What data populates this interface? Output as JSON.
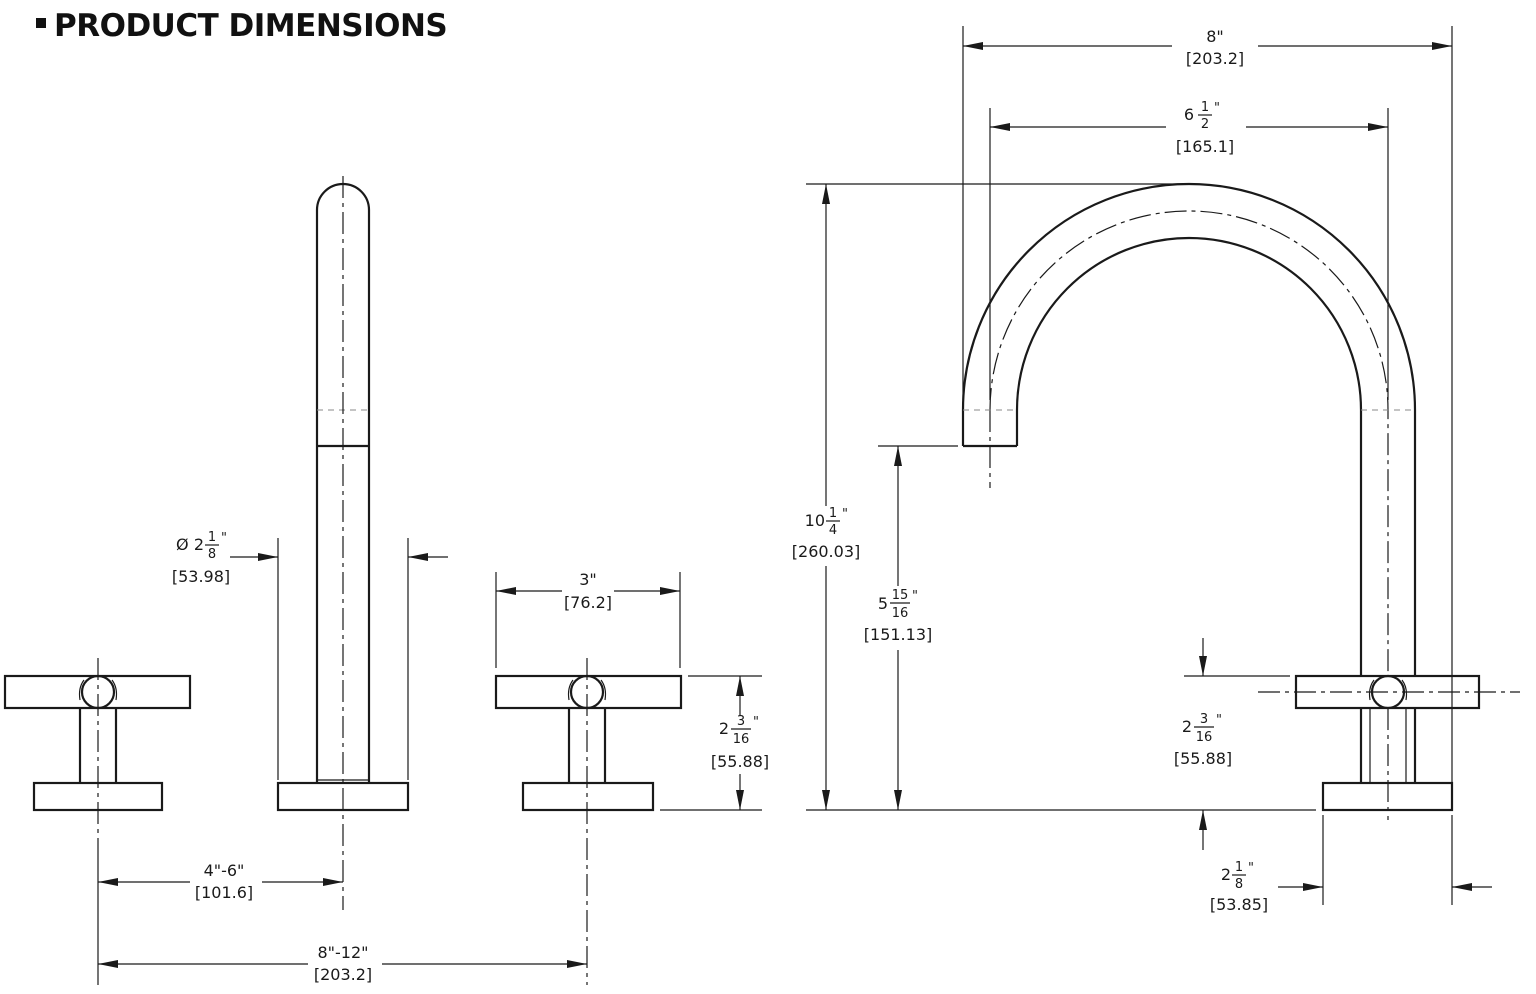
{
  "title": "PRODUCT DIMENSIONS",
  "dimensions": {
    "top_span": {
      "value": "8\"",
      "metric": "[203.2]"
    },
    "inner_span": {
      "whole": "6",
      "num": "1",
      "den": "2",
      "unit": "\"",
      "metric": "[165.1]"
    },
    "overall_height": {
      "whole": "10",
      "num": "1",
      "den": "4",
      "unit": "\"",
      "metric": "[260.03]"
    },
    "spout_clearance": {
      "whole": "5",
      "num": "15",
      "den": "16",
      "unit": "\"",
      "metric": "[151.13]"
    },
    "handle_height_left": {
      "whole": "2",
      "num": "3",
      "den": "16",
      "unit": "\"",
      "metric": "[55.88]"
    },
    "handle_height_right": {
      "whole": "2",
      "num": "3",
      "den": "16",
      "unit": "\"",
      "metric": "[55.88]"
    },
    "base_diameter": {
      "symbol": "Ø",
      "whole": "2",
      "num": "1",
      "den": "8",
      "unit": "\"",
      "metric": "[53.98]"
    },
    "handle_length": {
      "value": "3\"",
      "metric": "[76.2]"
    },
    "handle_spacing": {
      "value": "4\"-6\"",
      "metric": "[101.6]"
    },
    "overall_spread": {
      "value": "8\"-12\"",
      "metric": "[203.2]"
    },
    "base_diameter_side": {
      "whole": "2",
      "num": "1",
      "den": "8",
      "unit": "\"",
      "metric": "[53.85]"
    }
  }
}
